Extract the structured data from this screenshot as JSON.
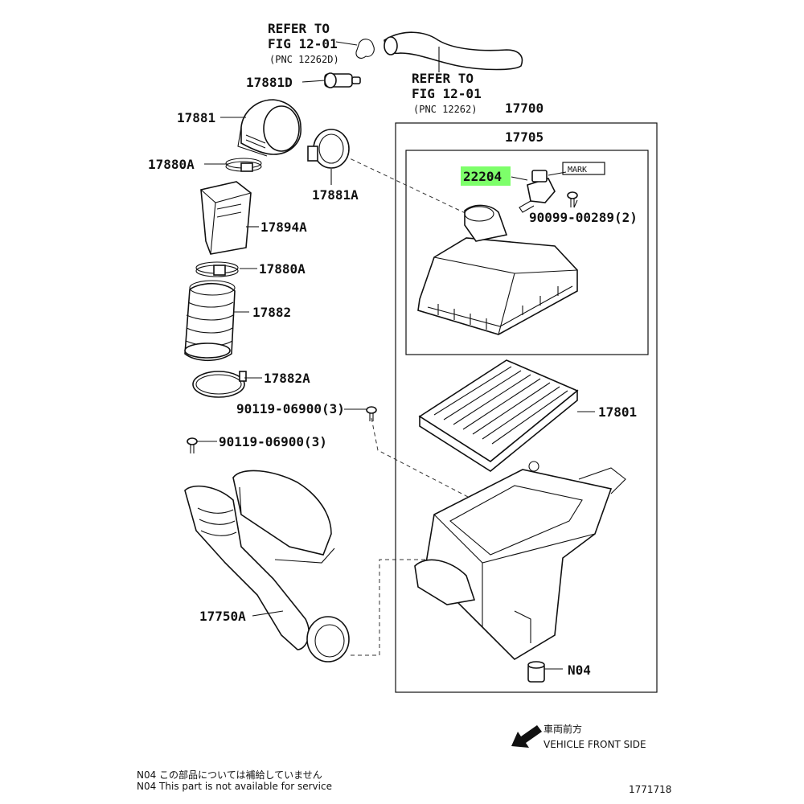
{
  "diagram": {
    "refer_top": {
      "line1": "REFER TO",
      "line2": "FIG 12-01",
      "line3": "(PNC 12262D)"
    },
    "refer_hose": {
      "line1": "REFER TO",
      "line2": "FIG 12-01",
      "line3": "(PNC 12262)"
    },
    "part_labels": {
      "p17881D": "17881D",
      "p17881": "17881",
      "p17880A_top": "17880A",
      "p17881A": "17881A",
      "p17894A": "17894A",
      "p17880A_mid": "17880A",
      "p17882": "17882",
      "p17882A": "17882A",
      "p90119_a": "90119-06900(3)",
      "p90119_b": "90119-06900(3)",
      "p17750A": "17750A",
      "p17700": "17700",
      "p17705": "17705",
      "p22204": "22204",
      "mark": "MARK",
      "p90099": "90099-00289(2)",
      "p17801": "17801",
      "pN04": "N04"
    },
    "highlight_color": "#7dff6a",
    "direction": {
      "jp": "車両前方",
      "en": "VEHICLE FRONT SIDE"
    },
    "notes": [
      "N04  この部品については補給していません",
      "N04  This part is not available for service"
    ],
    "figure_id": "1771718"
  }
}
